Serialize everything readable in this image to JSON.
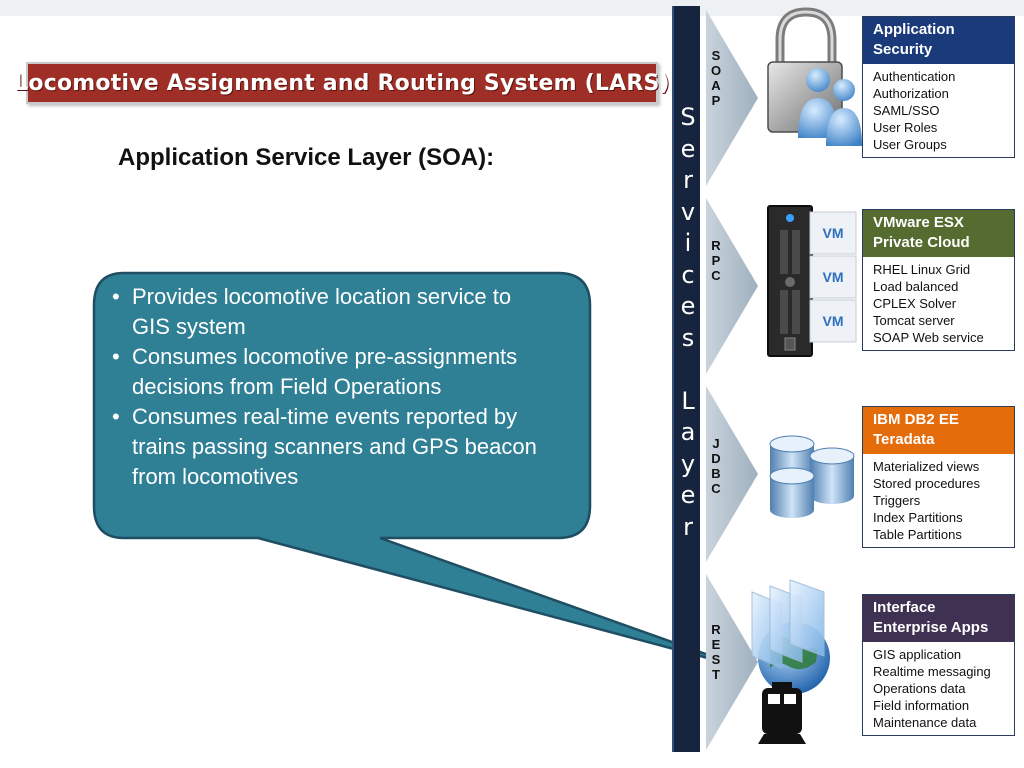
{
  "title": "Locomotive Assignment and Routing System (LARS)",
  "subtitle": "Application Service Layer (SOA):",
  "callout": {
    "bullets": [
      "Provides locomotive location service to GIS system",
      "Consumes locomotive pre-assignments decisions from Field Operations",
      "Consumes real-time events reported by trains passing scanners and GPS beacon from locomotives"
    ],
    "color": "#2f7f95"
  },
  "services_layer": {
    "letters": [
      "S",
      "e",
      "r",
      "v",
      "i",
      "c",
      "e",
      "s",
      "",
      "L",
      "a",
      "y",
      "e",
      "r"
    ],
    "color": "#17243d"
  },
  "protocols": [
    {
      "letters": [
        "S",
        "O",
        "A",
        "P"
      ]
    },
    {
      "letters": [
        "R",
        "P",
        "C"
      ]
    },
    {
      "letters": [
        "J",
        "D",
        "B",
        "C"
      ]
    },
    {
      "letters": [
        "R",
        "E",
        "S",
        "T"
      ]
    }
  ],
  "vm_label": "VM",
  "panels": [
    {
      "heading": "Application Security",
      "color": "#1b3a7a",
      "items": [
        "Authentication",
        "Authorization",
        "SAML/SSO",
        "User Roles",
        "User Groups"
      ]
    },
    {
      "heading": "VMware ESX Private Cloud",
      "color": "#556b2f",
      "items": [
        "RHEL Linux Grid",
        "Load balanced",
        "CPLEX Solver",
        "Tomcat server",
        "SOAP Web service"
      ]
    },
    {
      "heading": "IBM DB2 EE Teradata",
      "color": "#e46c0a",
      "items": [
        "Materialized views",
        "Stored procedures",
        "Triggers",
        "Index Partitions",
        "Table Partitions"
      ]
    },
    {
      "heading": "Interface Enterprise Apps",
      "color": "#3f3151",
      "items": [
        "GIS application",
        "Realtime messaging",
        "Operations data",
        "Field information",
        "Maintenance data"
      ]
    }
  ]
}
